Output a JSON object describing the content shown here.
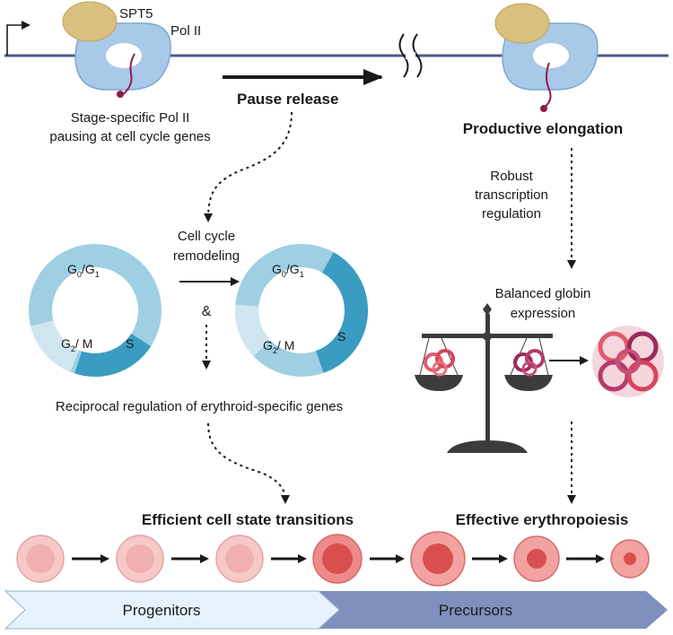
{
  "top": {
    "spt5_label": "SPT5",
    "pol2_label": "Pol II",
    "pausing_line1": "Stage-specific Pol II",
    "pausing_line2": "pausing at cell cycle genes",
    "pause_release": "Pause release",
    "productive_elongation": "Productive elongation"
  },
  "right": {
    "robust_line1": "Robust",
    "robust_line2": "transcription",
    "robust_line3": "regulation",
    "globin_line1": "Balanced globin",
    "globin_line2": "expression"
  },
  "cell_cycle": {
    "remodel_line1": "Cell cycle",
    "remodel_line2": "remodeling",
    "amp": "&",
    "g0": "G",
    "g0_sub": "0",
    "slash": "/",
    "g1": "G",
    "g1_sub": "1",
    "g2": "G",
    "g2_sub": "2",
    "m": "/ M",
    "s": "S",
    "reciprocal": "Reciprocal regulation of erythroid-specific genes"
  },
  "bottom": {
    "efficient": "Efficient cell state transitions",
    "effective": "Effective erythropoiesis",
    "progenitors": "Progenitors",
    "precursors": "Precursors"
  },
  "colors": {
    "dna": "#4a5a8a",
    "polii": "#a9c9e8",
    "spt5": "#d8c07e",
    "ring_light": "#9ecfe2",
    "ring_pale": "#cfe6f0",
    "ring_dark": "#3a9cc0",
    "cell_light": "#f2b7b7",
    "cell_dark": "#e56a6a",
    "arrow_bar_light": "#e6f2fb",
    "arrow_bar_dark": "#7f8fbe"
  }
}
